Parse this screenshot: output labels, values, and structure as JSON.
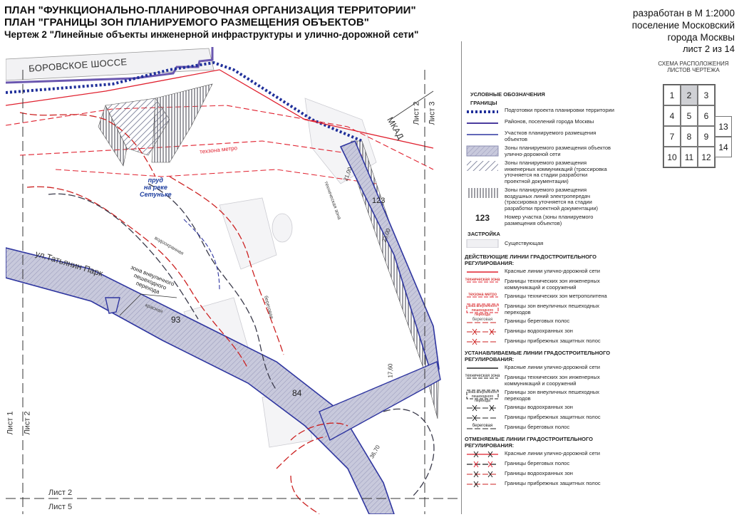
{
  "header": {
    "line1": "ПЛАН \"ФУНКЦИОНАЛЬНО-ПЛАНИРОВОЧНАЯ ОРГАНИЗАЦИЯ ТЕРРИТОРИИ\"",
    "line2": "ПЛАН \"ГРАНИЦЫ ЗОН ПЛАНИРУЕМОГО РАЗМЕЩЕНИЯ ОБЪЕКТОВ\"",
    "line3": "Чертеж 2 \"Линейные объекты инженерной инфраструктуры и улично-дорожной сети\""
  },
  "info": {
    "scale": "разработан в М 1:2000",
    "settlement_1": "поселение Московский",
    "settlement_2": "города Москвы",
    "sheet": "лист 2 из 14"
  },
  "key_map": {
    "title": "СХЕМА РАСПОЛОЖЕНИЯ ЛИСТОВ ЧЕРТЕЖА",
    "cells": [
      "1",
      "2",
      "3",
      "4",
      "5",
      "6",
      "7",
      "8",
      "9",
      "10",
      "11",
      "12"
    ],
    "extra": [
      "13",
      "14"
    ],
    "current": "2"
  },
  "map": {
    "road_borovskoe": "БОРОВСКОЕ ШОССЕ",
    "road_mkad": "МКАД",
    "street_tatyanin": "ул.Татьянин Парк",
    "pond_1": "пруд",
    "pond_2": "на реке",
    "pond_3": "Сетуньке",
    "zone_pedestrian_1": "зона внеуличного",
    "zone_pedestrian_2": "пешеходного",
    "zone_pedestrian_3": "перехода",
    "label_metro": "техзона метро",
    "label_tech": "техническая зона",
    "label_red": "красная",
    "label_shore": "береговая",
    "label_water": "водоохранная",
    "plot_93": "93",
    "plot_84": "84",
    "plot_123": "123",
    "dim_21": "21,00",
    "dim_23": "23,00",
    "dim_17": "17,60",
    "dim_36": "36,70",
    "sheet_1": "Лист 1",
    "sheet_2_left": "Лист 2",
    "sheet_2_right": "Лист 2",
    "sheet_3": "Лист 3",
    "sheet_2_bottom": "Лист 2",
    "sheet_5": "Лист 5"
  },
  "legend": {
    "title": "УСЛОВНЫЕ ОБОЗНАЧЕНИЯ",
    "borders_title": "ГРАНИЦЫ",
    "b1": "Подготовки проекта планировки территории",
    "b2": "Районов, поселений города Москвы",
    "b3": "Участков планируемого размещения объектов",
    "z1": "Зоны планируемого размещения объектов улично-дорожной сети",
    "z2": "Зоны планируемого размещения инженерных коммуникаций (трассировка уточняется на стадии разработки проектной документации)",
    "z3": "Зоны планируемого размещения воздушных линий электропередач (трассировка уточняется на стадии разработки проектной документации)",
    "num_sample": "123",
    "num_text": "Номер участка (зоны планируемого размещения объектов)",
    "build_title": "ЗАСТРОЙКА",
    "build_existing": "Существующая",
    "act_title": "ДЕЙСТВУЮЩИЕ ЛИНИИ ГРАДОСТРОИТЕЛЬНОГО РЕГУЛИРОВАНИЯ:",
    "a1": "Красные линии улично-дорожной сети",
    "a2": "Границы технических зон инженерных коммуникаций и сооружений",
    "a2_sym": "техническая зона",
    "a3": "Границы технических зон метрополитена",
    "a3_sym": "техзона метро",
    "a4": "Границы зон внеуличных пешеходных переходов",
    "a4_sym": "зона внеуличного пешеходного перехода",
    "a5": "Границы береговых полос",
    "a5_sym": "береговая",
    "a6": "Границы водоохранных зон",
    "a7": "Границы прибрежных защитных полос",
    "new_title": "УСТАНАВЛИВАЕМЫЕ ЛИНИИ ГРАДОСТРОИТЕЛЬНОГО РЕГУЛИРОВАНИЯ:",
    "n1": "Красные линии улично-дорожной сети",
    "n2": "Границы технических зон инженерных коммуникаций и сооружений",
    "n2_sym": "техническая зона",
    "n3": "Границы зон внеуличных пешеходных переходов",
    "n3_sym": "зона внеуличного пешеходного перехода",
    "n4": "Границы водоохранных зон",
    "n5": "Границы прибрежных защитных полос",
    "n6": "Границы береговых полос",
    "n6_sym": "береговая",
    "can_title": "ОТМЕНЯЕМЫЕ ЛИНИИ ГРАДОСТРОИТЕЛЬНОГО РЕГУЛИРОВАНИЯ:",
    "c1": "Красные линии улично-дорожной сети",
    "c2": "Границы береговых полос",
    "c3": "Границы водоохранных зон",
    "c4": "Границы прибрежных защитных полос"
  },
  "colors": {
    "plan_border": "#1f2f9a",
    "district_border": "#4b3c9e",
    "road_fill": "#c8c9dc",
    "road_stroke": "#2f36a0",
    "red_line": "#e0202e",
    "hatch": "#6f6f7a"
  }
}
